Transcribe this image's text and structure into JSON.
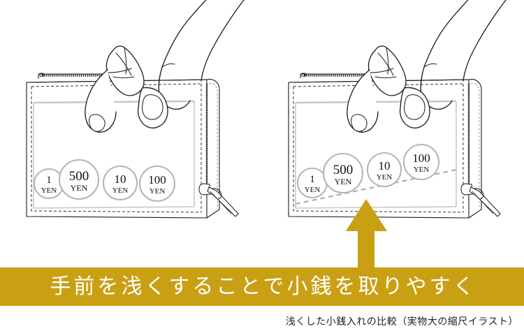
{
  "page": {
    "background_color": "#ffffff",
    "accent_gold": "#c9a014",
    "line_color": "#1a1a1a",
    "coin_outline_color": "#b5b5b5",
    "wallet_ghost_color": "#c8c8c8"
  },
  "banner": {
    "headline": "手前を浅くすることで小銭を取りやすく",
    "background_color": "#c9a014",
    "text_color": "#ffffff"
  },
  "caption": {
    "text": "浅くした小銭入れの比較（実物大の縮尺イラスト）",
    "text_color": "#222222"
  },
  "arrow": {
    "name": "upward-arrow",
    "color": "#c9a014",
    "direction": "up"
  },
  "illustrations": [
    {
      "id": "left",
      "label": "standard-coin-pocket-wallet",
      "pocket_type": "deep",
      "coins": [
        {
          "denomination": "1",
          "unit": "YEN",
          "size": "small"
        },
        {
          "denomination": "500",
          "unit": "YEN",
          "size": "large"
        },
        {
          "denomination": "10",
          "unit": "YEN",
          "size": "medium"
        },
        {
          "denomination": "100",
          "unit": "YEN",
          "size": "medium"
        }
      ]
    },
    {
      "id": "right",
      "label": "shallow-coin-pocket-wallet",
      "pocket_type": "shallow-sloped",
      "coins": [
        {
          "denomination": "1",
          "unit": "YEN",
          "size": "small"
        },
        {
          "denomination": "500",
          "unit": "YEN",
          "size": "large"
        },
        {
          "denomination": "10",
          "unit": "YEN",
          "size": "medium"
        },
        {
          "denomination": "100",
          "unit": "YEN",
          "size": "medium"
        }
      ]
    }
  ]
}
